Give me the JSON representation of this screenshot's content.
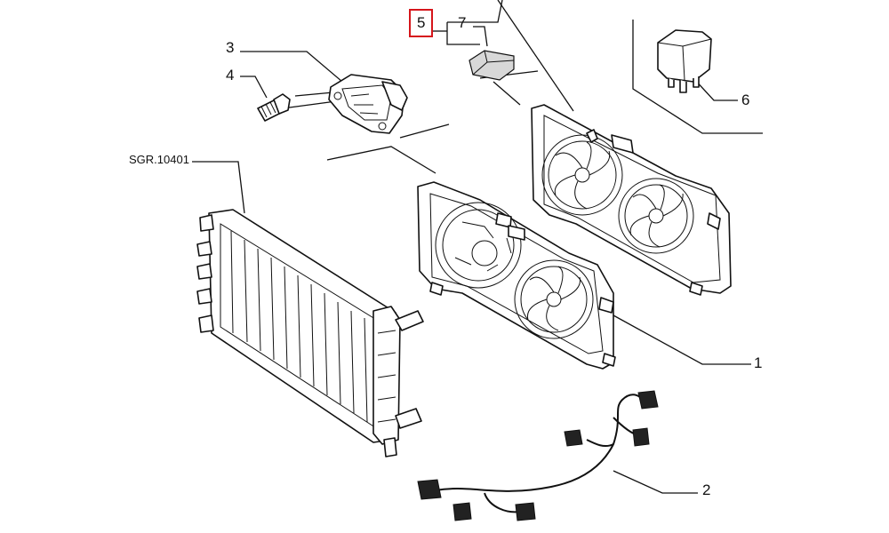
{
  "diagram": {
    "reference_code": "SGR.10401",
    "highlight_color": "#d6151b",
    "callouts": {
      "n1": "1",
      "n2": "2",
      "n3": "3",
      "n4": "4",
      "n5": "5",
      "n6": "6",
      "n7": "7"
    },
    "highlighted_callout": "5"
  }
}
